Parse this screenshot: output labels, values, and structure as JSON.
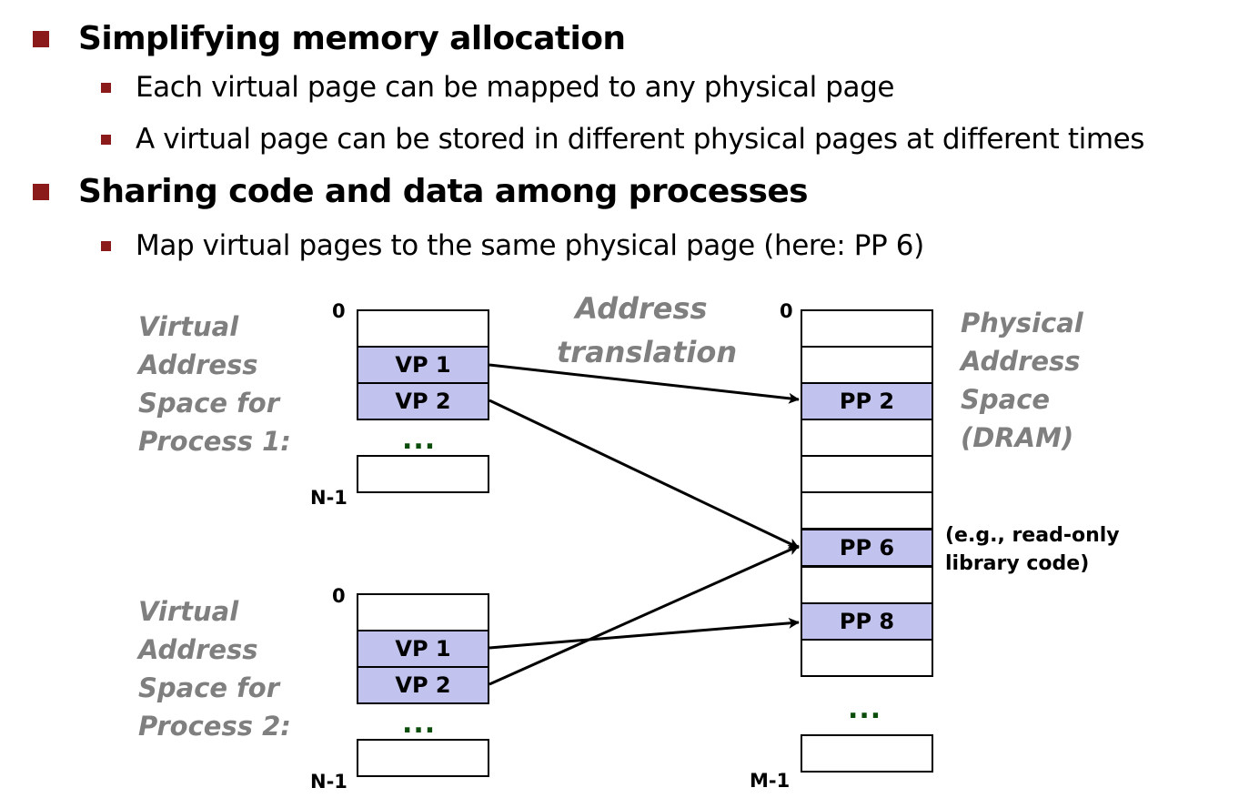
{
  "bullets": {
    "heading1": "Simplifying memory allocation",
    "sub1": "Each virtual page can be mapped to any physical page",
    "sub2": "A virtual page can be stored in different physical pages at different times",
    "heading2": "Sharing code and data among processes",
    "sub3": "Map virtual pages to the same physical page (here: PP 6)"
  },
  "diagram": {
    "process1_label": [
      "Virtual",
      "Address",
      "Space for",
      "Process 1:"
    ],
    "process2_label": [
      "Virtual",
      "Address",
      "Space for",
      "Process 2:"
    ],
    "physical_label": [
      "Physical",
      "Address",
      "Space",
      "(DRAM)"
    ],
    "translation_label": [
      "Address",
      "translation"
    ],
    "zero": "0",
    "n_minus_1": "N-1",
    "m_minus_1": "M-1",
    "ellipsis": "...",
    "process1_pages": [
      "VP 1",
      "VP 2"
    ],
    "process2_pages": [
      "VP 1",
      "VP 2"
    ],
    "physical_pages": {
      "pp2": "PP 2",
      "pp6": "PP 6",
      "pp8": "PP 8"
    },
    "note": [
      "(e.g., read-only",
      "library code)"
    ],
    "mappings": [
      {
        "from": "Process 1 VP 1",
        "to": "PP 2"
      },
      {
        "from": "Process 1 VP 2",
        "to": "PP 6"
      },
      {
        "from": "Process 2 VP 1",
        "to": "PP 8"
      },
      {
        "from": "Process 2 VP 2",
        "to": "PP 6"
      }
    ],
    "colors": {
      "bullet": "#8b1a1a",
      "page_fill": "#c2c2ee",
      "gray_text": "#7f7f7f",
      "ellipsis": "#0a4d0a"
    }
  }
}
